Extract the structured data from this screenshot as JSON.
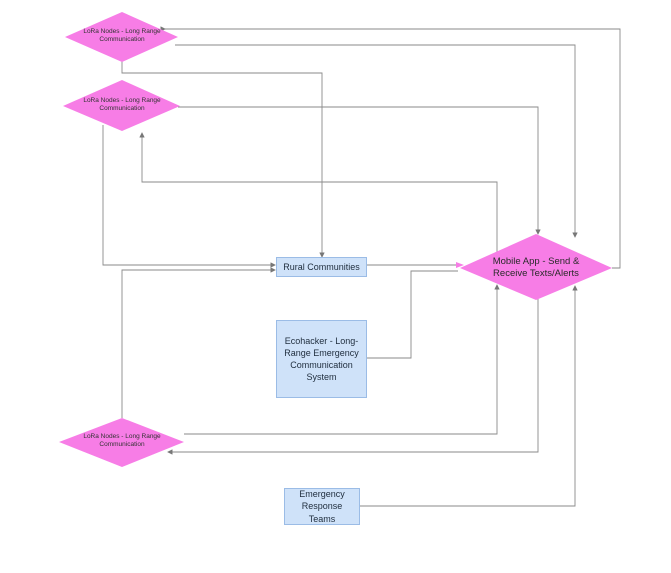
{
  "diagram": {
    "colors": {
      "diamond_fill": "#f77de6",
      "box_fill": "#cfe2f9",
      "box_border": "#9bbce6",
      "edge": "#8a8a8a"
    },
    "nodes": {
      "lora_top": "LoRa Nodes - Long Range Communication",
      "lora_mid": "LoRa Nodes - Long Range Communication",
      "lora_bottom": "LoRa Nodes - Long Range Communication",
      "mobile_app": "Mobile App - Send & Receive Texts/Alerts",
      "rural": "Rural Communities",
      "ecohacker": "Ecohacker - Long-Range Emergency Communication System",
      "emergency": "Emergency Response Teams"
    }
  }
}
